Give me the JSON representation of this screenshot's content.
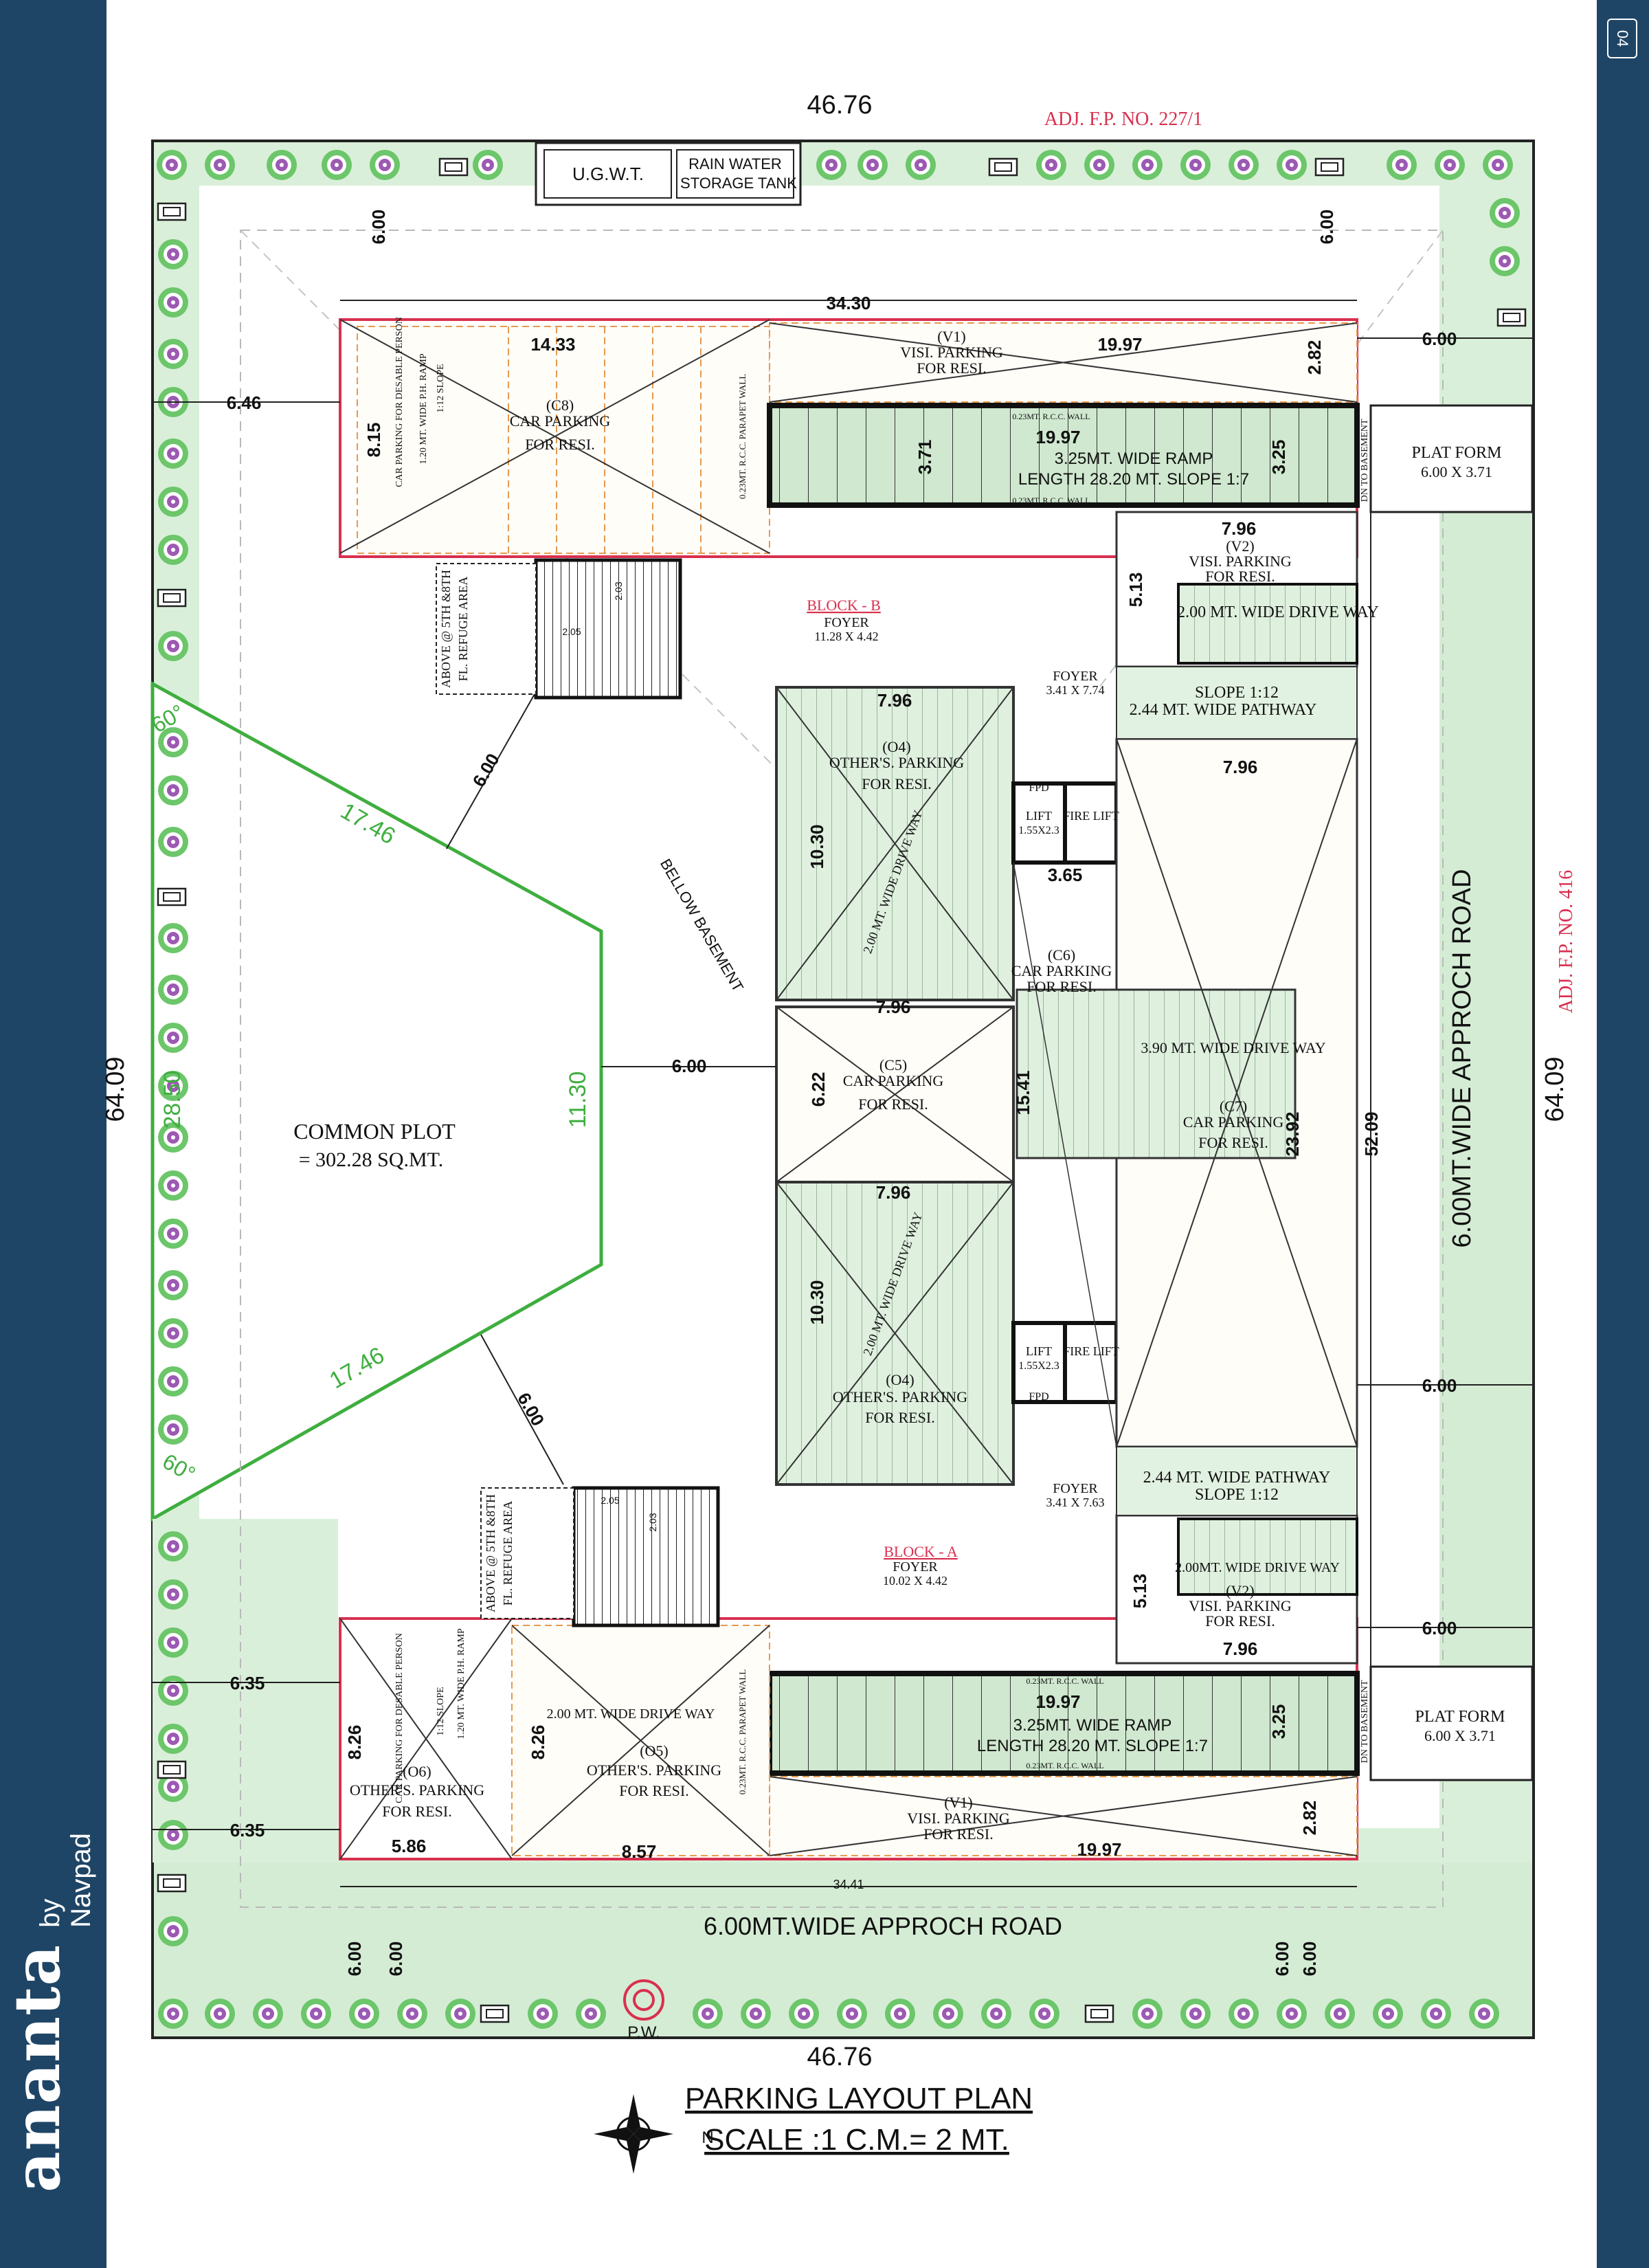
{
  "page_number": "04",
  "brand": {
    "name": "ananta",
    "tagline": "by Navpad"
  },
  "plan": {
    "title": "PARKING LAYOUT PLAN",
    "scale": "SCALE :1 C.M.= 2 MT.",
    "north_label": "N",
    "dim_top": "46.76",
    "dim_bottom": "46.76",
    "dim_left": "64.09",
    "dim_right": "64.09",
    "adj_top": "ADJ. F.P. NO. 227/1",
    "adj_right": "ADJ. F.P. NO. 416",
    "road_right": "6.00MT.WIDE  APPROCH  ROAD",
    "road_bottom": "6.00MT.WIDE  APPROCH  ROAD",
    "ugwt": "U.G.W.T.",
    "rain_tank_1": "RAIN WATER",
    "rain_tank_2": "STORAGE TANK",
    "pw": "P.W.",
    "common_plot_1": "COMMON PLOT",
    "common_plot_2": "= 302.28 SQ.MT.",
    "cp_angle_top": "60°",
    "cp_angle_bottom": "60°",
    "cp_dim_top": "17.46",
    "cp_dim_bottom": "17.46",
    "cp_dim_side": "28.50",
    "cp_dim_inner": "11.30",
    "bellow_basement": "BELLOW BASEMENT",
    "block_b": "BLOCK - B",
    "block_b_foyer": "FOYER",
    "block_b_foyer_size": "11.28 X 4.42",
    "block_a": "BLOCK - A",
    "block_a_foyer": "FOYER",
    "block_a_foyer_size": "10.02 X 4.42",
    "foyer_top": "FOYER",
    "foyer_top_size": "3.41 X 7.74",
    "foyer_bottom": "FOYER",
    "foyer_bottom_size": "3.41 X 7.63",
    "ramp_top_1": "3.25MT. WIDE RAMP",
    "ramp_top_2": "LENGTH 28.20 MT. SLOPE 1:7",
    "ramp_bottom_1": "3.25MT. WIDE RAMP",
    "ramp_bottom_2": "LENGTH 28.20 MT. SLOPE 1:7",
    "rcc_wall": "0.23MT. R.C.C. WALL",
    "platform_top_1": "PLAT FORM",
    "platform_top_2": "6.00 X 3.71",
    "platform_bottom_1": "PLAT FORM",
    "platform_bottom_2": "6.00 X 3.71",
    "dn_basement": "DN TO BASEMENT",
    "v1_top_1": "(V1)",
    "v1_top_2": "VISI. PARKING",
    "v1_top_3": "FOR RESI.",
    "v1_bottom_1": "(V1)",
    "v1_bottom_2": "VISI. PARKING",
    "v1_bottom_3": "FOR RESI.",
    "v2_top_1": "(V2)",
    "v2_top_2": "VISI. PARKING",
    "v2_top_3": "FOR RESI.",
    "v2_bottom_1": "(V2)",
    "v2_bottom_2": "VISI. PARKING",
    "v2_bottom_3": "FOR RESI.",
    "c8_1": "(C8)",
    "c8_2": "CAR PARKING",
    "c8_3": "FOR RESI.",
    "c6_1": "(C6)",
    "c6_2": "CAR PARKING",
    "c6_3": "FOR RESI.",
    "c5_1": "(C5)",
    "c5_2": "CAR PARKING",
    "c5_3": "FOR RESI.",
    "c7_1": "(C7)",
    "c7_2": "CAR PARKING",
    "c7_3": "FOR RESI.",
    "o4_top_1": "(O4)",
    "o4_top_2": "OTHER'S. PARKING",
    "o4_top_3": "FOR RESI.",
    "o4_bottom_1": "(O4)",
    "o4_bottom_2": "OTHER'S. PARKING",
    "o4_bottom_3": "FOR RESI.",
    "o5_1": "(O5)",
    "o5_2": "OTHER'S. PARKING",
    "o5_3": "FOR RESI.",
    "o6_1": "(O6)",
    "o6_2": "OTHER'S. PARKING",
    "o6_3": "FOR RESI.",
    "drive_2m_top": "2.00 MT. WIDE DRIVE  WAY",
    "drive_2m_bottom": "2.00 MT. WIDE DRIVE  WAY",
    "drive_2m_lower": "2.00 MT. WIDE DRIVE  WAY",
    "drive_390": "3.90 MT. WIDE DRIVE  WAY",
    "drive_v1": "2.00 MT. WIDE DRIVE  WAY",
    "drive_v2": "2.00MT. WIDE DRIVE  WAY",
    "pathway_top_1": "SLOPE 1:12",
    "pathway_top_2": "2.44 MT. WIDE PATHWAY",
    "pathway_bottom_1": "2.44 MT. WIDE PATHWAY",
    "pathway_bottom_2": "SLOPE 1:12",
    "refuge_1": "ABOVE @ 5TH &8TH",
    "refuge_2": "FL. REFUGE AREA",
    "lift": "LIFT",
    "fire_lift": "FIRE LIFT",
    "fpd": "FPD",
    "lift_size": "1.55X2.3",
    "ph_ramp": "1.20 MT. WIDE P.H. RAMP",
    "ph_slope": "1:12 SLOPE",
    "disabled_parking": "CAR PARKING FOR DESABLE PERSON",
    "parapet": "0.23MT. R.C.C. PARAPET WALL",
    "dims": {
      "d600": "6.00",
      "d646": "6.46",
      "d635": "6.35",
      "d3430": "34.30",
      "d3441": "34.41",
      "d1433": "14.33",
      "d1997": "19.97",
      "d282": "2.82",
      "d815": "8.15",
      "d371": "3.71",
      "d325": "3.25",
      "d796": "7.96",
      "d513": "5.13",
      "d205": "2.05",
      "d203": "2.03",
      "d1030": "10.30",
      "d365": "3.65",
      "d622": "6.22",
      "d1541": "15.41",
      "d2392": "23.92",
      "d5209": "52.09",
      "d826": "8.26",
      "d586": "5.86",
      "d857": "8.57"
    }
  }
}
